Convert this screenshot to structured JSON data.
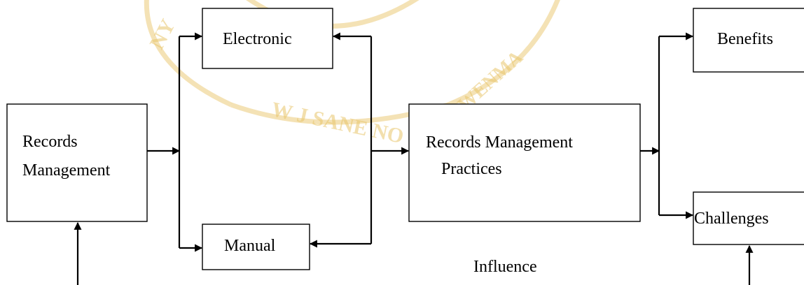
{
  "watermark": {
    "left_arc_text": "NY",
    "bottom_band_text": "W J SANE NO",
    "right_arc_text": "BADWENMA",
    "color": "#e9c66b"
  },
  "nodes": {
    "records_management": [
      "Records",
      "Management"
    ],
    "electronic": "Electronic",
    "manual": "Manual",
    "practices": [
      "Records Management",
      "Practices"
    ],
    "benefits": "Benefits",
    "challenges": "Challenges"
  },
  "influence_label": "Influence"
}
